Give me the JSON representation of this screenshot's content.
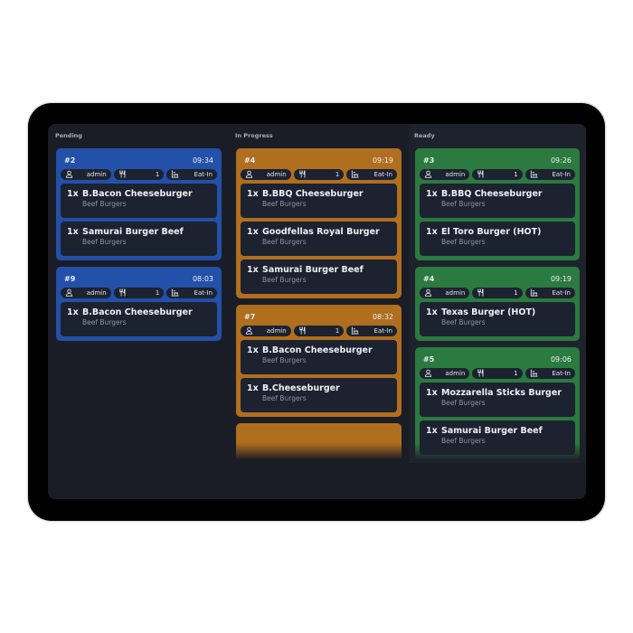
{
  "colors": {
    "pending": "#2350a8",
    "in_progress": "#b06e1f",
    "ready": "#2b7a3f"
  },
  "columns": [
    {
      "title": "Pending",
      "color_key": "pending",
      "cards": [
        {
          "order": "#2",
          "time": "09:34",
          "user": "admin",
          "guests": "1",
          "type": "Eat-In",
          "items": [
            {
              "qty": "1x",
              "name": "B.Bacon Cheeseburger",
              "category": "Beef Burgers"
            },
            {
              "qty": "1x",
              "name": "Samurai Burger Beef",
              "category": "Beef Burgers"
            }
          ]
        },
        {
          "order": "#9",
          "time": "08:03",
          "user": "admin",
          "guests": "1",
          "type": "Eat-In",
          "items": [
            {
              "qty": "1x",
              "name": "B.Bacon Cheeseburger",
              "category": "Beef Burgers"
            }
          ]
        }
      ]
    },
    {
      "title": "In Progress",
      "color_key": "in_progress",
      "cards": [
        {
          "order": "#4",
          "time": "09:19",
          "user": "admin",
          "guests": "1",
          "type": "Eat-In",
          "items": [
            {
              "qty": "1x",
              "name": "B.BBQ Cheeseburger",
              "category": "Beef Burgers"
            },
            {
              "qty": "1x",
              "name": "Goodfellas Royal Burger",
              "category": "Beef Burgers"
            },
            {
              "qty": "1x",
              "name": "Samurai Burger Beef",
              "category": "Beef Burgers"
            }
          ]
        },
        {
          "order": "#7",
          "time": "08:32",
          "user": "admin",
          "guests": "1",
          "type": "Eat-In",
          "items": [
            {
              "qty": "1x",
              "name": "B.Bacon Cheeseburger",
              "category": "Beef Burgers"
            },
            {
              "qty": "1x",
              "name": "B.Cheeseburger",
              "category": "Beef Burgers"
            }
          ]
        },
        {
          "order": "",
          "time": "",
          "user": "",
          "guests": "",
          "type": "",
          "items": []
        }
      ]
    },
    {
      "title": "Ready",
      "color_key": "ready",
      "cards": [
        {
          "order": "#3",
          "time": "09:26",
          "user": "admin",
          "guests": "1",
          "type": "Eat-In",
          "items": [
            {
              "qty": "1x",
              "name": "B.BBQ Cheeseburger",
              "category": "Beef Burgers"
            },
            {
              "qty": "1x",
              "name": "El Toro Burger (HOT)",
              "category": "Beef Burgers"
            }
          ]
        },
        {
          "order": "#4",
          "time": "09:19",
          "user": "admin",
          "guests": "1",
          "type": "Eat-In",
          "items": [
            {
              "qty": "1x",
              "name": "Texas Burger (HOT)",
              "category": "Beef Burgers"
            }
          ]
        },
        {
          "order": "#5",
          "time": "09:06",
          "user": "admin",
          "guests": "1",
          "type": "Eat-In",
          "items": [
            {
              "qty": "1x",
              "name": "Mozzarella Sticks Burger",
              "category": "Beef Burgers"
            },
            {
              "qty": "1x",
              "name": "Samurai Burger Beef",
              "category": "Beef Burgers"
            }
          ]
        }
      ]
    }
  ]
}
